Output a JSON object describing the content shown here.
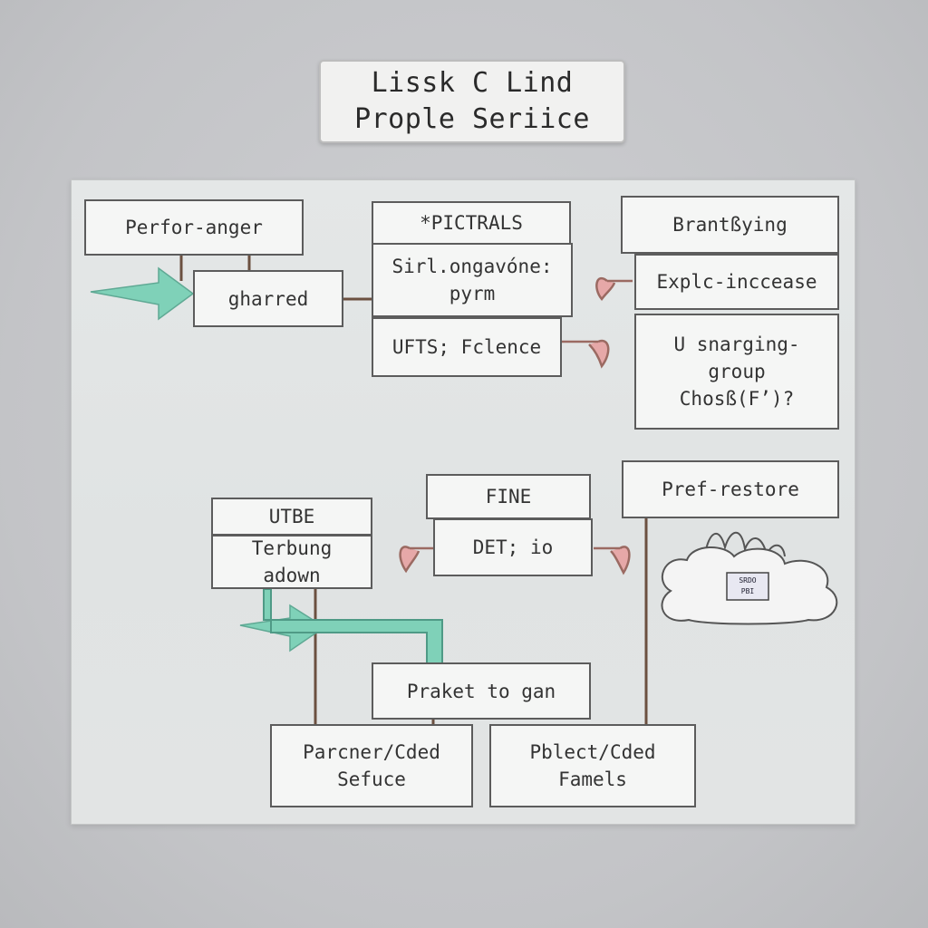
{
  "title": {
    "line1": "Lissk C Lind",
    "line2": "Prople Seriice"
  },
  "nodes": {
    "perfor_anger": "Perfor-anger",
    "gharred": "gharred",
    "pictrals": "*PICTRALS",
    "sirl": {
      "line1": "Sirl.ongavóne:",
      "line2": "pyrm"
    },
    "ufts": "UFTS; Fclence",
    "brant": "Brantßying",
    "explc": "Explc-inccease",
    "snarging": {
      "line1": "U snarging-",
      "line2": "group",
      "line3": "Chosß(F’)?"
    },
    "utbe": "UTBE",
    "terbung": {
      "line1": "Terbung",
      "line2": "adown"
    },
    "fine": "FINE",
    "det": "DET; io",
    "pref": "Pref-restore",
    "praket": "Praket to gan",
    "parcner": {
      "line1": "Parcner/Cded",
      "line2": "Sefuce"
    },
    "pblect": {
      "line1": "Pblect/Cded",
      "line2": "Famels"
    },
    "cloud": {
      "line1": "SRDO",
      "line2": "PBI"
    }
  },
  "colors": {
    "teal_arrow": "#7fd1b8",
    "pink_arrow": "#c98f8f",
    "connector": "#6b5040",
    "box_border": "#5c5c5c"
  },
  "icons": {
    "input_arrow_top": "teal-right-arrow",
    "input_arrow_bottom": "teal-right-arrow",
    "cloud": "cloud-icon"
  }
}
